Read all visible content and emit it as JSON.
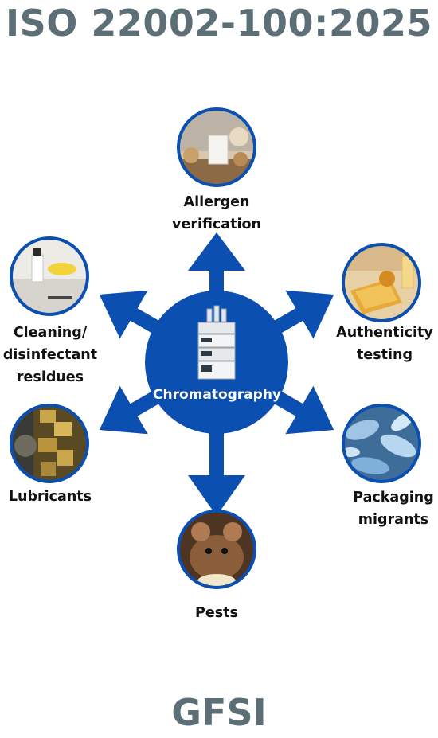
{
  "title": "ISO 22002-100:2025",
  "footer": "GFSI",
  "center": {
    "label": "Chromatography",
    "icon": "chromatography-instrument-icon"
  },
  "colors": {
    "accent": "#0b4fb0",
    "title": "#5d6f76",
    "node_border": "#0b4fb0"
  },
  "nodes": [
    {
      "id": "allergen",
      "lines": [
        "Allergen",
        "verification"
      ],
      "photo": "milk-and-nuts-photo"
    },
    {
      "id": "authenticity",
      "lines": [
        "Authenticity",
        "testing"
      ],
      "photo": "honeycomb-and-honey-photo"
    },
    {
      "id": "packaging",
      "lines": [
        "Packaging",
        "migrants"
      ],
      "photo": "plastic-bottles-photo"
    },
    {
      "id": "pests",
      "lines": [
        "Pests"
      ],
      "photo": "mouse-photo"
    },
    {
      "id": "lubricants",
      "lines": [
        "Lubricants"
      ],
      "photo": "machinery-gears-photo"
    },
    {
      "id": "cleaning",
      "lines": [
        "Cleaning/",
        "disinfectant",
        "residues"
      ],
      "photo": "cleaning-spray-photo"
    }
  ]
}
